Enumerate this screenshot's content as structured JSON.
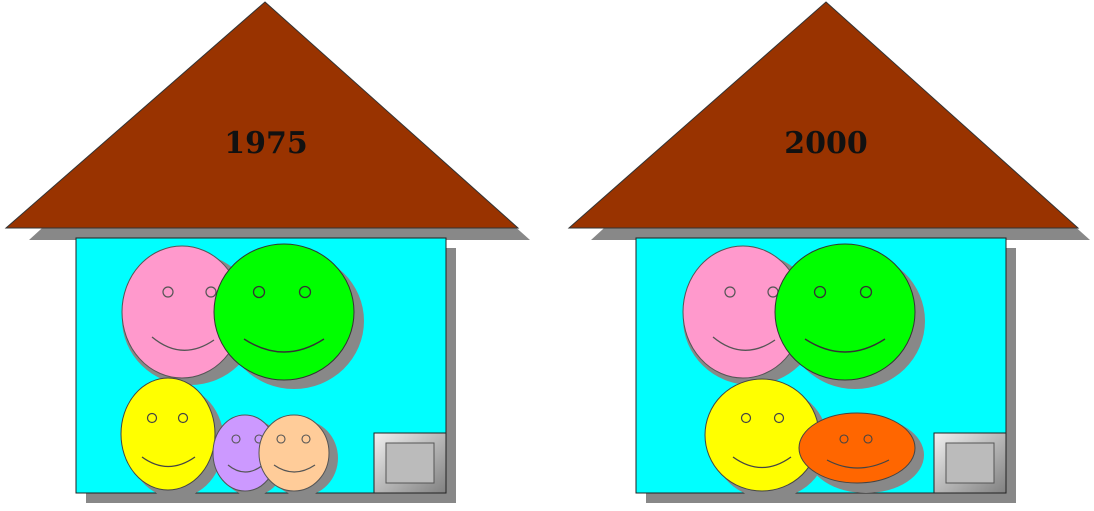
{
  "houses": [
    {
      "year": "1975",
      "faces": [
        {
          "name": "pink-face",
          "color": "#ff99cc"
        },
        {
          "name": "green-face",
          "color": "#00ff00"
        },
        {
          "name": "yellow-face",
          "color": "#ffff00"
        },
        {
          "name": "purple-face",
          "color": "#cc99ff"
        },
        {
          "name": "peach-face",
          "color": "#ffcc99"
        }
      ]
    },
    {
      "year": "2000",
      "faces": [
        {
          "name": "pink-face",
          "color": "#ff99cc"
        },
        {
          "name": "green-face",
          "color": "#00ff00"
        },
        {
          "name": "yellow-face",
          "color": "#ffff00"
        },
        {
          "name": "orange-face",
          "color": "#ff6600"
        }
      ]
    }
  ],
  "colors": {
    "roof": "#993300",
    "wall": "#00ffff",
    "shadow": "#888888",
    "window": "#bbbbbb"
  }
}
